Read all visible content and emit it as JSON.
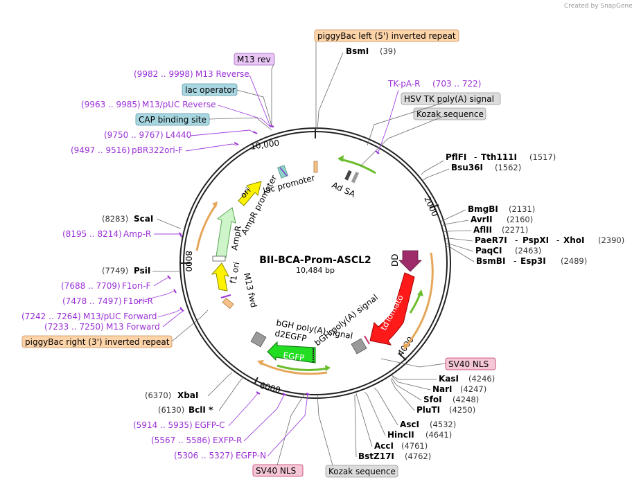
{
  "credit": "Created by SnapGene",
  "plasmid": {
    "name": "BII-BCA-Prom-ASCL2",
    "length": "10,484 bp"
  },
  "ticks": [
    "10,000",
    "2000",
    "4000",
    "6000",
    "8000"
  ],
  "colors": {
    "primer": "#9a2fd6",
    "orange": "#fdd3a8",
    "teal": "#a8d6e1",
    "gray": "#dcdcdc",
    "pink": "#f4c6d6",
    "violet": "#e9c6f6"
  },
  "enzymes": [
    {
      "name": "BsmI",
      "pos": "(39)"
    },
    {
      "name": "PflFI",
      "sep": "-",
      "name2": "Tth111I",
      "pos": "(1517)"
    },
    {
      "name": "Bsu36I",
      "pos": "(1562)"
    },
    {
      "name": "BmgBI",
      "pos": "(2131)"
    },
    {
      "name": "AvrII",
      "pos": "(2160)"
    },
    {
      "name": "AflII",
      "pos": "(2271)"
    },
    {
      "name": "PaeR7I",
      "sep": "-",
      "name2": "PspXI",
      "sep2": "-",
      "name3": "XhoI",
      "pos": "(2390)"
    },
    {
      "name": "PaqCI",
      "pos": "(2463)"
    },
    {
      "name": "BsmBI",
      "sep": "-",
      "name2": "Esp3I",
      "pos": "(2489)"
    },
    {
      "name": "KasI",
      "pos": "(4246)"
    },
    {
      "name": "NarI",
      "pos": "(4247)"
    },
    {
      "name": "SfoI",
      "pos": "(4248)"
    },
    {
      "name": "PluTI",
      "pos": "(4250)"
    },
    {
      "name": "AscI",
      "pos": "(4532)"
    },
    {
      "name": "HincII",
      "pos": "(4641)"
    },
    {
      "name": "AccI",
      "pos": "(4761)"
    },
    {
      "name": "BstZ17I",
      "pos": "(4762)"
    },
    {
      "name": "XbaI",
      "pos": "(6370)"
    },
    {
      "name": "BclI *",
      "pos": "(6130)"
    },
    {
      "name": "ScaI",
      "pos": "(8283)"
    },
    {
      "name": "PsiI",
      "pos": "(7749)"
    }
  ],
  "primers": [
    {
      "range": "(9982 .. 9998)",
      "name": "M13 Reverse"
    },
    {
      "range": "(9963 .. 9985)",
      "name": "M13/pUC Reverse"
    },
    {
      "range": "(9750 .. 9767)",
      "name": "L4440"
    },
    {
      "range": "(9497 .. 9516)",
      "name": "pBR322ori-F"
    },
    {
      "name": "TK-pA-R",
      "range": "(703 .. 722)"
    },
    {
      "range": "(8195 .. 8214)",
      "name": "Amp-R"
    },
    {
      "range": "(7688 .. 7709)",
      "name": "F1ori-F"
    },
    {
      "range": "(7478 .. 7497)",
      "name": "F1ori-R"
    },
    {
      "range": "(7242 .. 7264)",
      "name": "M13/pUC Forward"
    },
    {
      "range": "(7233 .. 7250)",
      "name": "M13 Forward"
    },
    {
      "range": "(5914 .. 5935)",
      "name": "EGFP-C"
    },
    {
      "range": "(5567 .. 5586)",
      "name": "EXFP-R"
    },
    {
      "range": "(5306 .. 5327)",
      "name": "EGFP-N"
    }
  ],
  "boxed_labels": [
    {
      "text": "piggyBac left (5') inverted repeat",
      "style": "orange"
    },
    {
      "text": "M13 rev",
      "style": "violet"
    },
    {
      "text": "lac operator",
      "style": "teal"
    },
    {
      "text": "CAP binding site",
      "style": "teal"
    },
    {
      "text": "HSV TK poly(A) signal",
      "style": "gray"
    },
    {
      "text": "Kozak sequence",
      "style": "gray"
    },
    {
      "text": "SV40 NLS",
      "style": "pink"
    },
    {
      "text": "piggyBac right (3') inverted repeat",
      "style": "orange"
    },
    {
      "text": "SV40 NLS",
      "style": "pink"
    },
    {
      "text": "Kozak sequence",
      "style": "gray"
    }
  ],
  "features": {
    "ad_sa": "Ad SA",
    "lac_promoter": "lac promoter",
    "ori": "ori",
    "ampr_promoter": "AmpR promoter",
    "ampr": "AmpR",
    "f1_ori": "f1 ori",
    "m13_fwd": "M13 fwd",
    "dd": "DD",
    "tdtomato": "tdTomato",
    "bgh1": "bGH poly(A) signal",
    "bgh2": "bGH poly(A) signal",
    "d2egfp": "d2EGFP",
    "egfp": "EGFP"
  }
}
